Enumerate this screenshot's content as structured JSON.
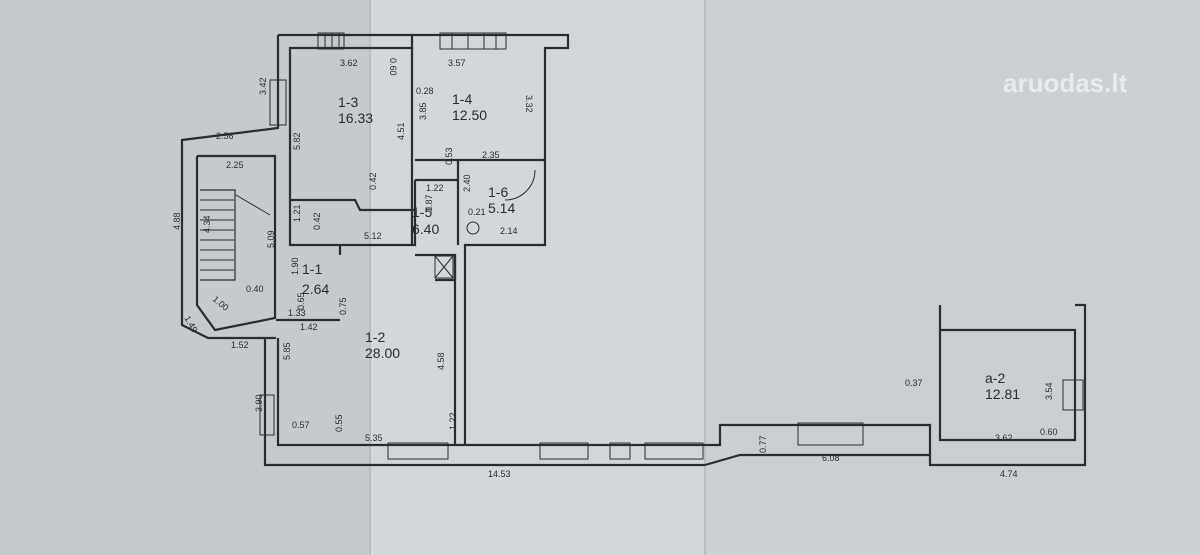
{
  "watermark": "aruodas.lt",
  "rooms": [
    {
      "id": "1-3",
      "area": "16.33"
    },
    {
      "id": "1-4",
      "area": "12.50"
    },
    {
      "id": "1-6",
      "area": "5.14"
    },
    {
      "id": "1-5",
      "area": "6.40"
    },
    {
      "id": "1-1",
      "area": "2.64"
    },
    {
      "id": "1-2",
      "area": "28.00"
    },
    {
      "id": "a-2",
      "area": "12.81"
    }
  ],
  "dimensions": [
    "3.62",
    "0.60",
    "3.57",
    "3.42",
    "0.28",
    "3.85",
    "3.32",
    "2.56",
    "5.82",
    "4.51",
    "2.25",
    "0.42",
    "0.53",
    "2.35",
    "1.22",
    "2.40",
    "4.88",
    "4.34",
    "1.21",
    "0.42",
    "1.87",
    "0.21",
    "5.12",
    "2.14",
    "5.09",
    "1.90",
    "0.40",
    "0.65",
    "1.00",
    "0.75",
    "1.33",
    "1.49",
    "1.42",
    "1.52",
    "5.85",
    "4.58",
    "3.90",
    "0.57",
    "0.55",
    "1.22",
    "5.35",
    "14.53",
    "0.77",
    "6.08",
    "4.74",
    "0.37",
    "3.54",
    "3.62",
    "0.60"
  ]
}
